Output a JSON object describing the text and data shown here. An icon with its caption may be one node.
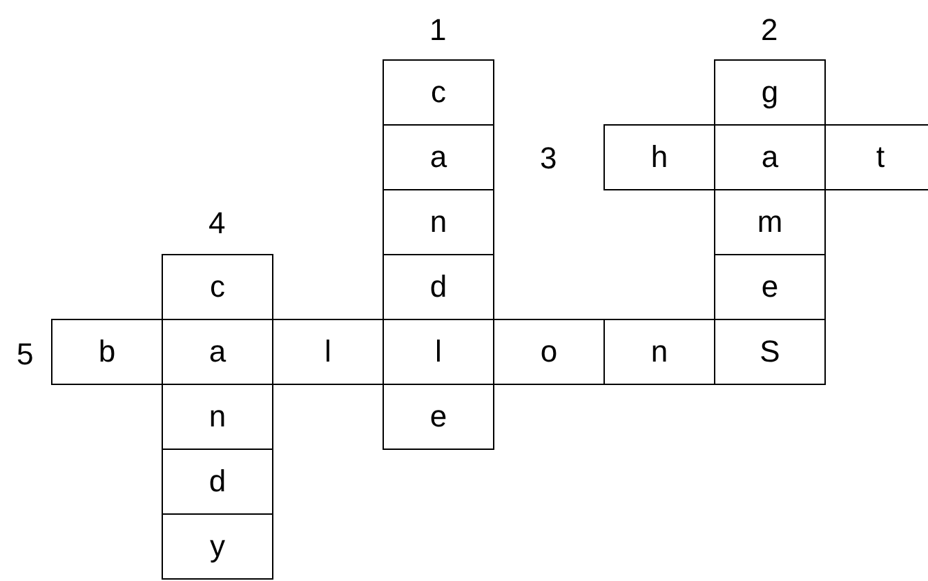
{
  "diagram": {
    "nodes": [
      {
        "text": [
          "c"
        ]
      },
      {
        "text": [
          "g"
        ]
      },
      {
        "text": [
          "a"
        ]
      },
      {
        "text": [
          "h"
        ]
      },
      {
        "text": [
          "a"
        ]
      },
      {
        "text": [
          "t"
        ]
      },
      {
        "text": [
          "n"
        ]
      },
      {
        "text": [
          "m"
        ]
      },
      {
        "text": [
          "c"
        ]
      },
      {
        "text": [
          "d"
        ]
      },
      {
        "text": [
          "e"
        ]
      },
      {
        "text": [
          "b"
        ]
      },
      {
        "text": [
          "a"
        ]
      },
      {
        "text": [
          "l"
        ]
      },
      {
        "text": [
          "l"
        ]
      },
      {
        "text": [
          "o"
        ]
      },
      {
        "text": [
          "n"
        ]
      },
      {
        "text": [
          "S"
        ]
      },
      {
        "text": [
          "n"
        ]
      },
      {
        "text": [
          "e"
        ]
      },
      {
        "text": [
          "d"
        ]
      },
      {
        "text": [
          "y"
        ]
      }
    ],
    "labels": [
      "1",
      "2",
      "3",
      "4",
      "5"
    ]
  }
}
